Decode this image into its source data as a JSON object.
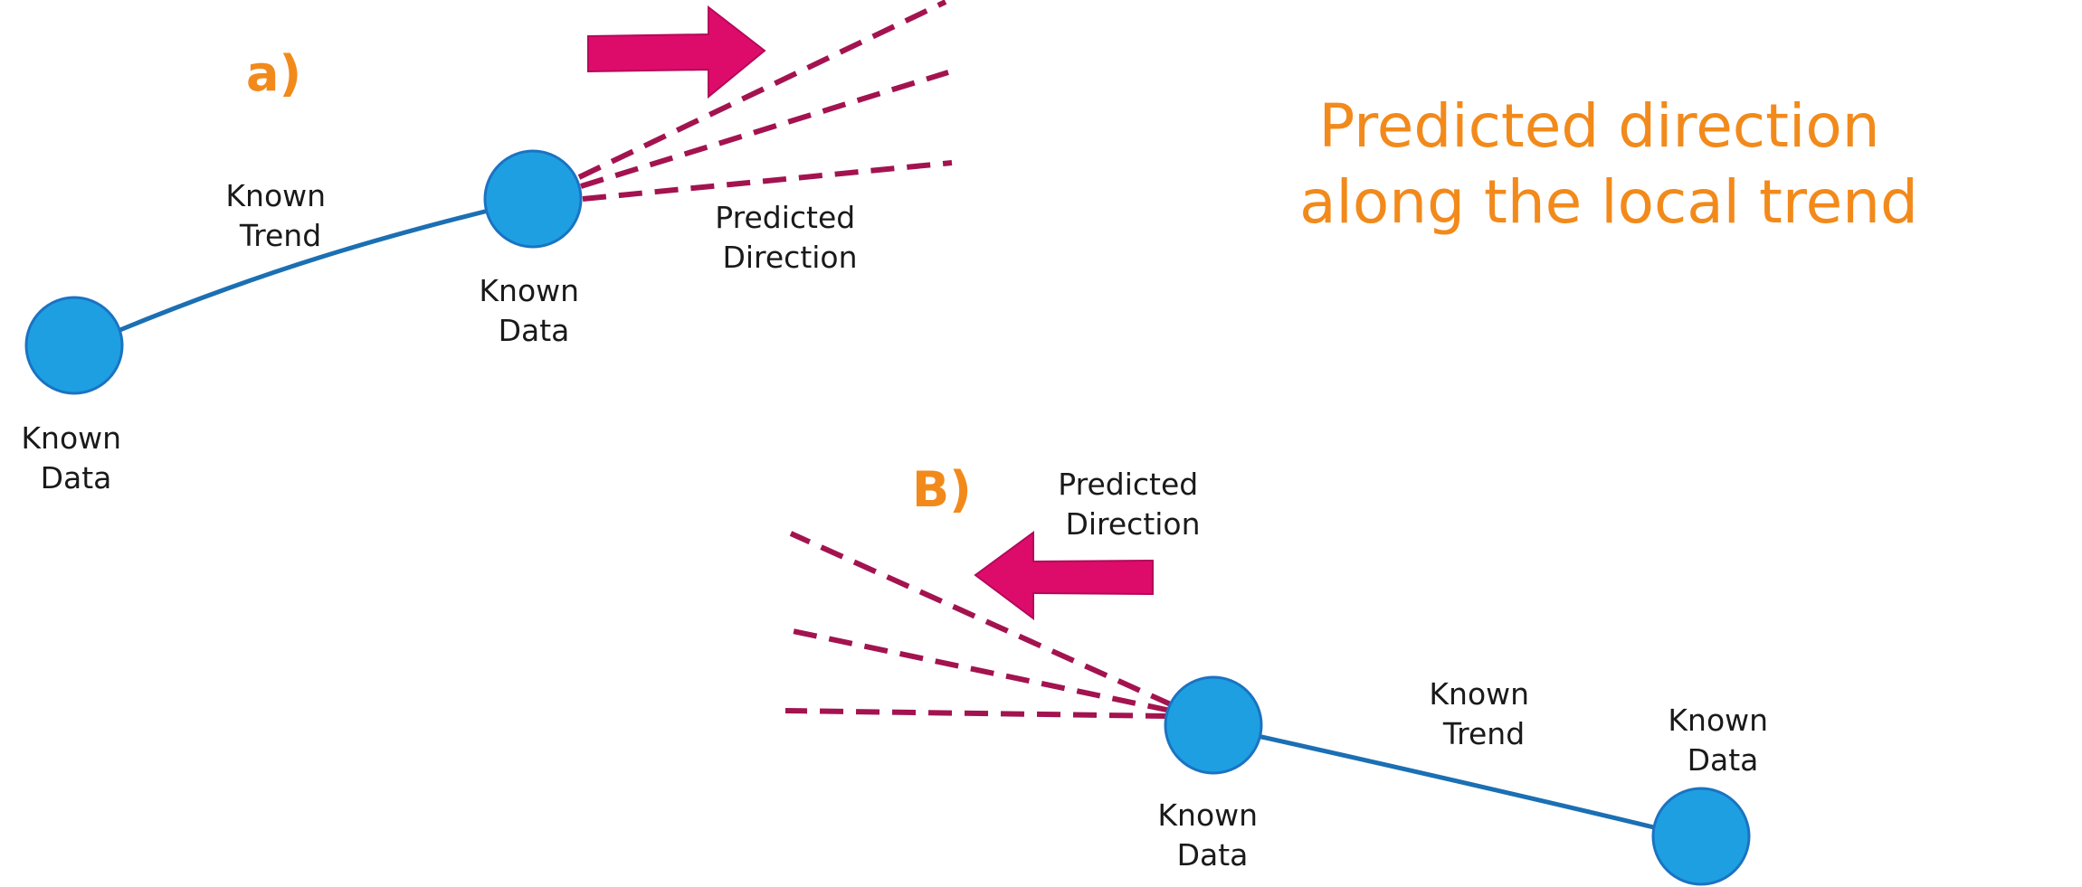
{
  "headline": {
    "line1": "Predicted direction",
    "line2": "along the local trend"
  },
  "panel_a": {
    "letter": "a)",
    "trend_label": [
      "Known",
      "Trend"
    ],
    "left_node_label": [
      "Known",
      "Data"
    ],
    "right_node_label": [
      "Known",
      "Data"
    ],
    "prediction_label": [
      "Predicted",
      "Direction"
    ]
  },
  "panel_b": {
    "letter": "B)",
    "trend_label": [
      "Known",
      "Trend"
    ],
    "left_node_label": [
      "Known",
      "Data"
    ],
    "right_node_label": [
      "Known",
      "Data"
    ],
    "prediction_label": [
      "Predicted",
      "Direction"
    ]
  },
  "colors": {
    "node_fill": "#1e9fe2",
    "trend_line": "#1b6fb3",
    "prediction_dash": "#a3134f",
    "arrow": "#dd0c6b",
    "accent_orange": "#f28a1b",
    "label_text": "#1a1a1a"
  },
  "icons": {
    "panel_a_arrow": "arrow-right-icon",
    "panel_b_arrow": "arrow-left-icon"
  }
}
